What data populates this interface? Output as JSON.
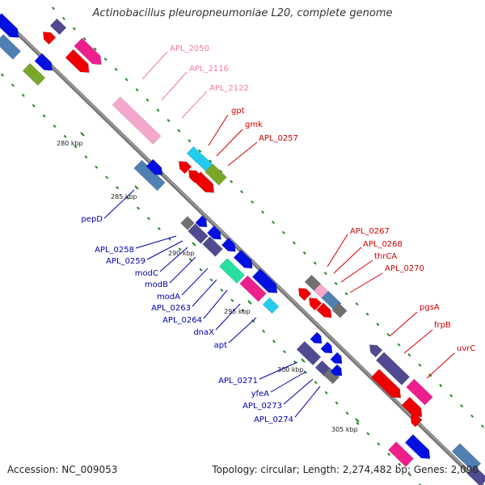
{
  "title": "Actinobacillus pleuropneumoniae L20, complete genome",
  "footer": {
    "accession": "Accession: NC_009053",
    "topology": "Topology: circular; Length: 2,274,482 bp; Genes: 2,090"
  },
  "ticks": [
    "280 kbp",
    "285 kbp",
    "290 kbp",
    "295 kbp",
    "300 kbp",
    "305 kbp"
  ],
  "colors": {
    "backbone": "#888888",
    "pink_label": "#f07aa8",
    "red_label": "#d00000",
    "blue_label": "#0000aa",
    "gene_blue": "#0010e0",
    "gene_steel": "#4f7fb3",
    "gene_navy": "#504a90",
    "gene_red": "#ee0000",
    "gene_magenta": "#ec1f8c",
    "gene_pink": "#f5a8cc",
    "gene_cyan": "#22ccee",
    "gene_green": "#7aa62a",
    "gene_gray": "#707070",
    "gene_teal": "#27e0a0",
    "tick_green": "#228822"
  },
  "labels": {
    "pink": [
      "APL_2050",
      "APL_2116",
      "APL_2122"
    ],
    "red_top": [
      "gpt",
      "gmk",
      "APL_0257"
    ],
    "blue_left": [
      "pepD",
      "APL_0258",
      "APL_0259",
      "modC",
      "modB",
      "modA",
      "APL_0263",
      "APL_0264",
      "dnaX",
      "apt"
    ],
    "red_mid": [
      "APL_0267",
      "APL_0268",
      "thrCA",
      "APL_0270"
    ],
    "red_right": [
      "pgsA",
      "frpB",
      "uvrC"
    ],
    "blue_bottom": [
      "APL_0271",
      "yfeA",
      "APL_0273",
      "APL_0274"
    ]
  }
}
